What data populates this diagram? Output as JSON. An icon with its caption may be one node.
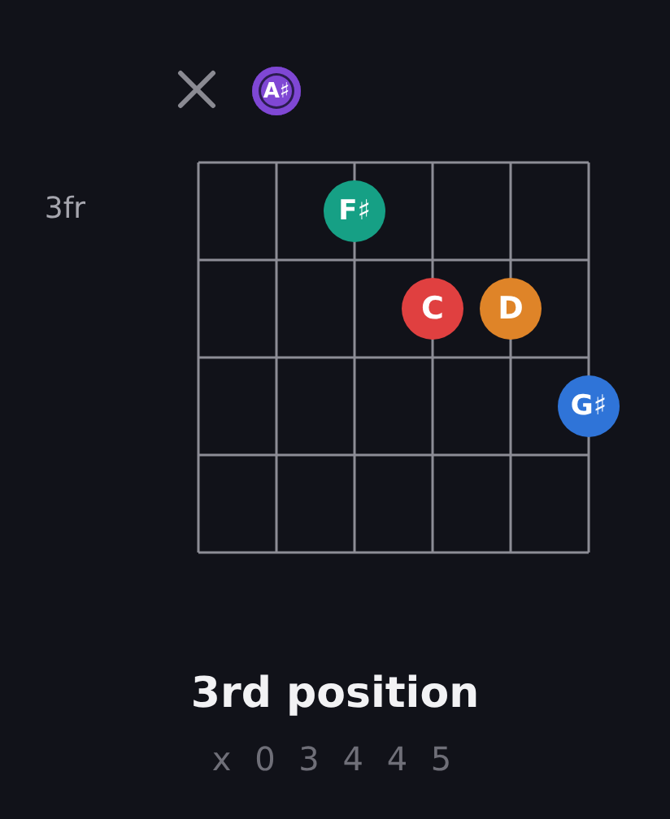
{
  "diagram": {
    "title": "3rd position",
    "nodes": [
      {
        "text": [
          "A♯"
        ]
      },
      {
        "text": [
          "F♯"
        ]
      },
      {
        "text": [
          "C"
        ]
      },
      {
        "text": [
          "D"
        ]
      },
      {
        "text": [
          "G♯"
        ]
      }
    ],
    "labels": [
      "3fr",
      "x 0 3 4 4 5"
    ]
  }
}
